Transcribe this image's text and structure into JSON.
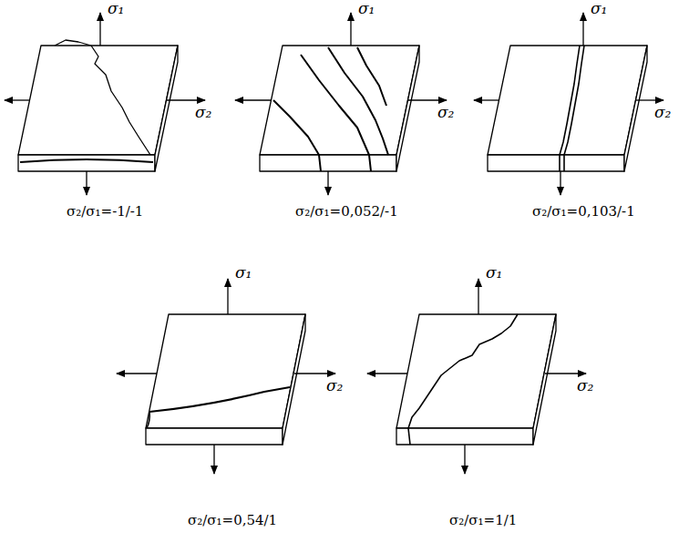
{
  "diagram": {
    "labels": [
      "σ₁",
      "σ₂",
      "σ₂/σ₁=-1/-1",
      "σ₁",
      "σ₂",
      "σ₂/σ₁=0,052/-1",
      "σ₁",
      "σ₂",
      "σ₂/σ₁=0,103/-1",
      "σ₁",
      "σ₂",
      "σ₂/σ₁=0,54/1",
      "σ₁",
      "σ₂",
      "σ₂/σ₁=1/1"
    ]
  }
}
